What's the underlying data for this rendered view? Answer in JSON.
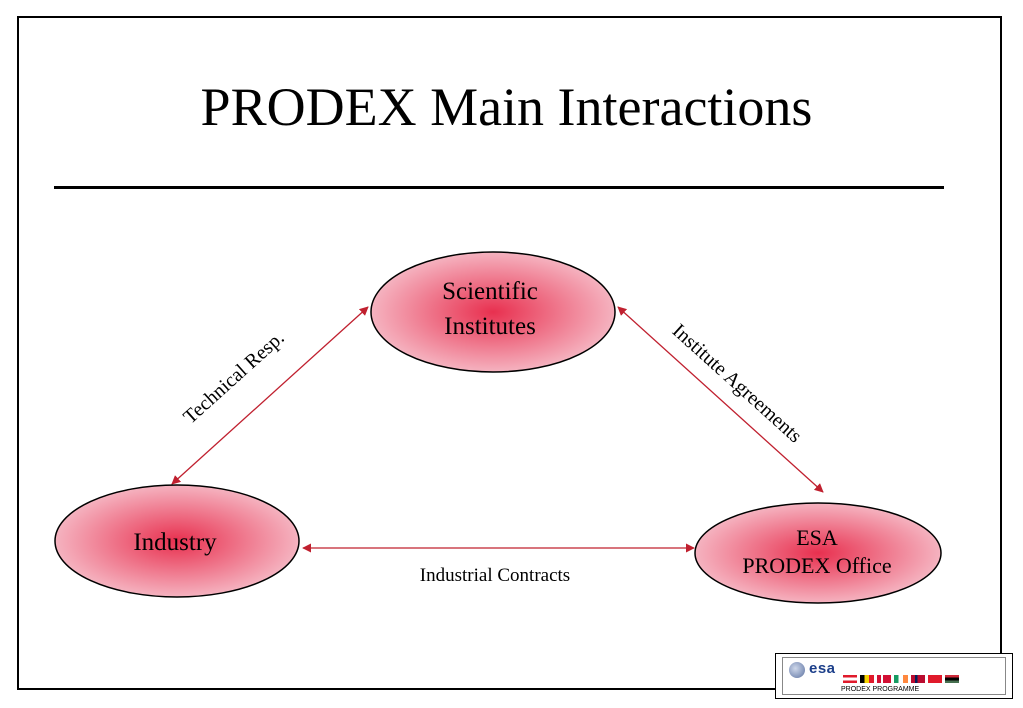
{
  "title": "PRODEX Main Interactions",
  "nodes": {
    "scientific": {
      "line1": "Scientific",
      "line2": "Institutes"
    },
    "industry": {
      "label": "Industry"
    },
    "esa": {
      "line1": "ESA",
      "line2": "PRODEX Office"
    }
  },
  "edges": {
    "technical": "Technical Resp.",
    "institute": "Institute Agreements",
    "industrial": "Industrial Contracts"
  },
  "logo": {
    "brand": "esa",
    "caption": "PRODEX PROGRAMME"
  },
  "colors": {
    "node_fill_center": "#e8304f",
    "node_fill_edge": "#f5b3c0",
    "arrow": "#c0202f"
  }
}
